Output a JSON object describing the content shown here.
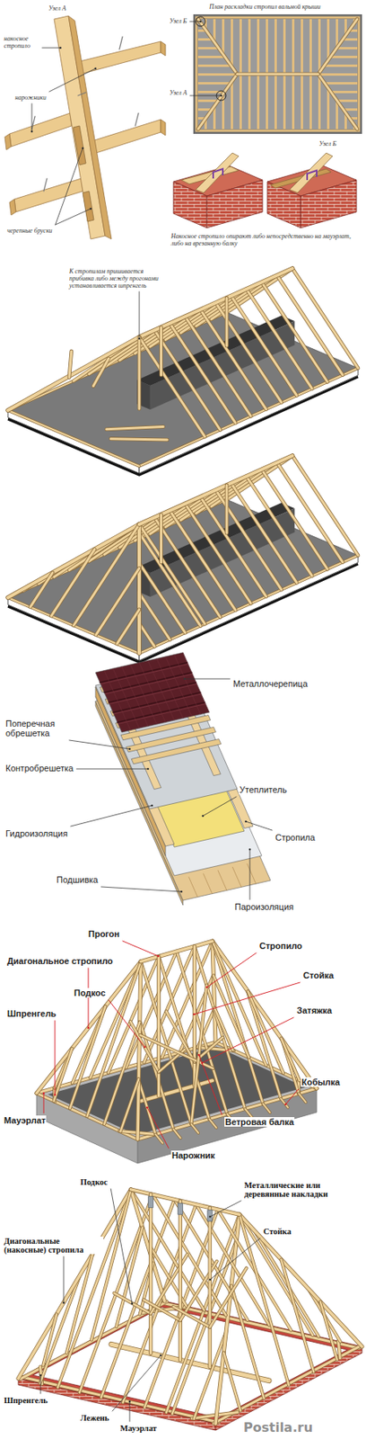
{
  "diagram": {
    "labels": [
      "Узел А",
      "План раскладки стропил вальмой крыши",
      "накосное стропило",
      "Узел Б",
      "Узел А",
      "нарожники",
      "Узел Б",
      "черепные бруски",
      "Накосное стропило опирают либо непосредственно на мауэрлат, либо на врезанную балку",
      "К стропилам пришивается прибивка либо между прогонами устанавливается шпренгель",
      "Металлочерепица",
      "Поперечная обрешетка",
      "Утеплитель",
      "Контробрешетка",
      "Стропила",
      "Гидроизоляция",
      "Подшивка",
      "Пароизоляция",
      "Прогон",
      "Стропило",
      "Диагональное стропило",
      "Стойка",
      "Подкос",
      "Шпренгель",
      "Затяжка",
      "Кобылка",
      "Мауэрлат",
      "Ветровая балка",
      "Нарожник",
      "Подкос",
      "Металлические или деревянные накладки",
      "Стойка",
      "Диагональные (накосные) стропила",
      "Шпренгель",
      "Лежень",
      "Мауэрлат",
      "Postila.ru"
    ]
  }
}
